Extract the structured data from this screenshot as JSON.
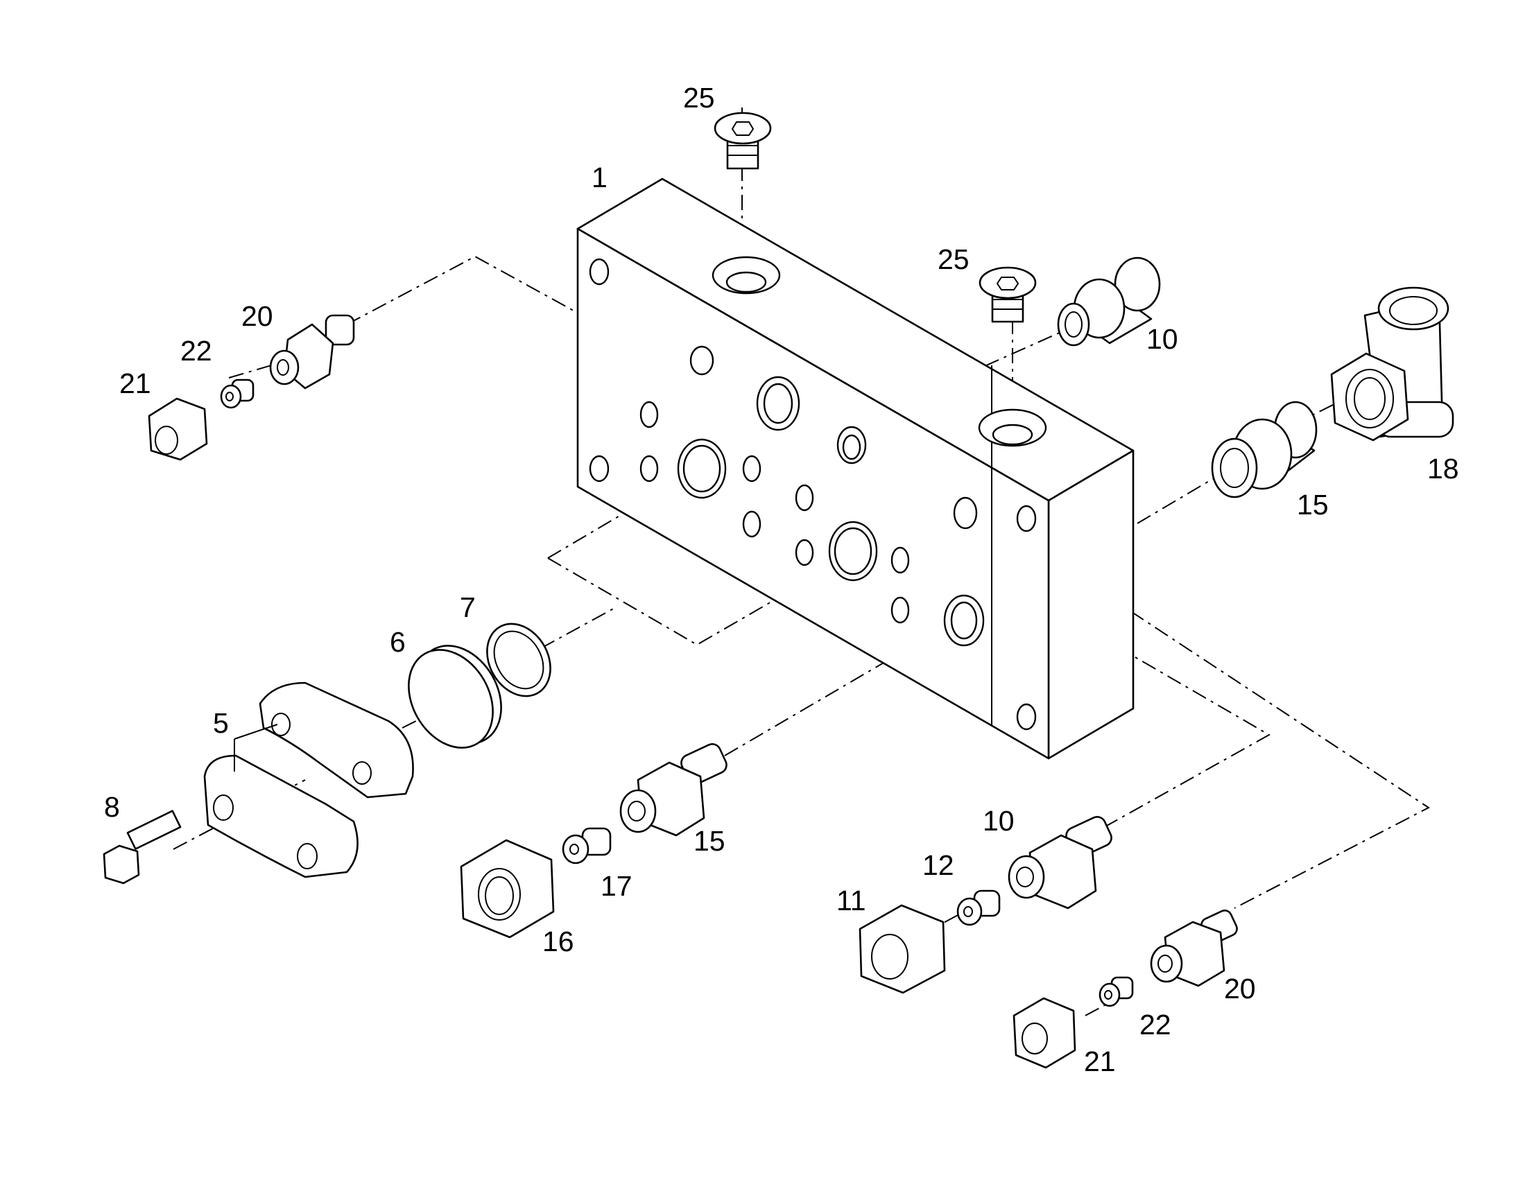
{
  "labels": {
    "p25a": "25",
    "p1": "1",
    "p25b": "25",
    "p10a": "10",
    "p20a": "20",
    "p22a": "22",
    "p21a": "21",
    "p18": "18",
    "p15a": "15",
    "p7": "7",
    "p6": "6",
    "p5": "5",
    "p8": "8",
    "p15b": "15",
    "p17": "17",
    "p16": "16",
    "p10b": "10",
    "p12": "12",
    "p11": "11",
    "p20b": "20",
    "p22b": "22",
    "p21b": "21"
  }
}
